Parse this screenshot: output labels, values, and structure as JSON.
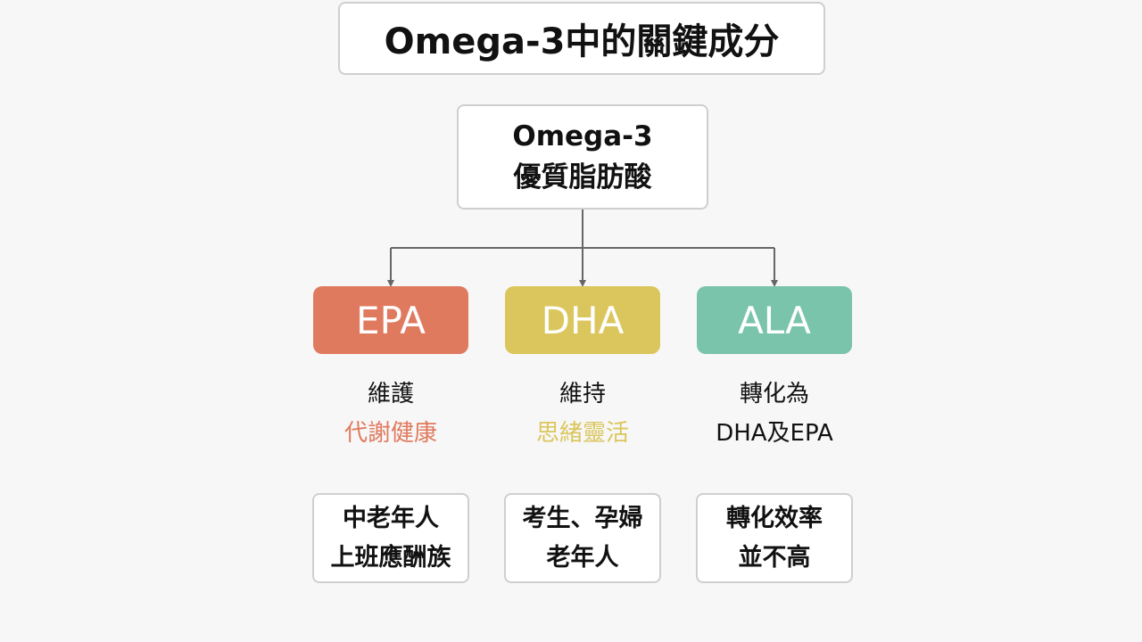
{
  "title": "Omega-3中的關鍵成分",
  "root": {
    "line1": "Omega-3",
    "line2": "優質脂肪酸"
  },
  "colors": {
    "epa": "#e07a5f",
    "dha": "#dbc65d",
    "ala": "#79c4ab",
    "connector": "#666666"
  },
  "branches": [
    {
      "label": "EPA",
      "desc_line1": "維護",
      "desc_line2": "代謝健康",
      "target_line1": "中老年人",
      "target_line2": "上班應酬族"
    },
    {
      "label": "DHA",
      "desc_line1": "維持",
      "desc_line2": "思緒靈活",
      "target_line1": "考生、孕婦",
      "target_line2": "老年人"
    },
    {
      "label": "ALA",
      "desc_line1": "轉化為",
      "desc_line2": "DHA及EPA",
      "target_line1": "轉化效率",
      "target_line2": "並不高"
    }
  ]
}
